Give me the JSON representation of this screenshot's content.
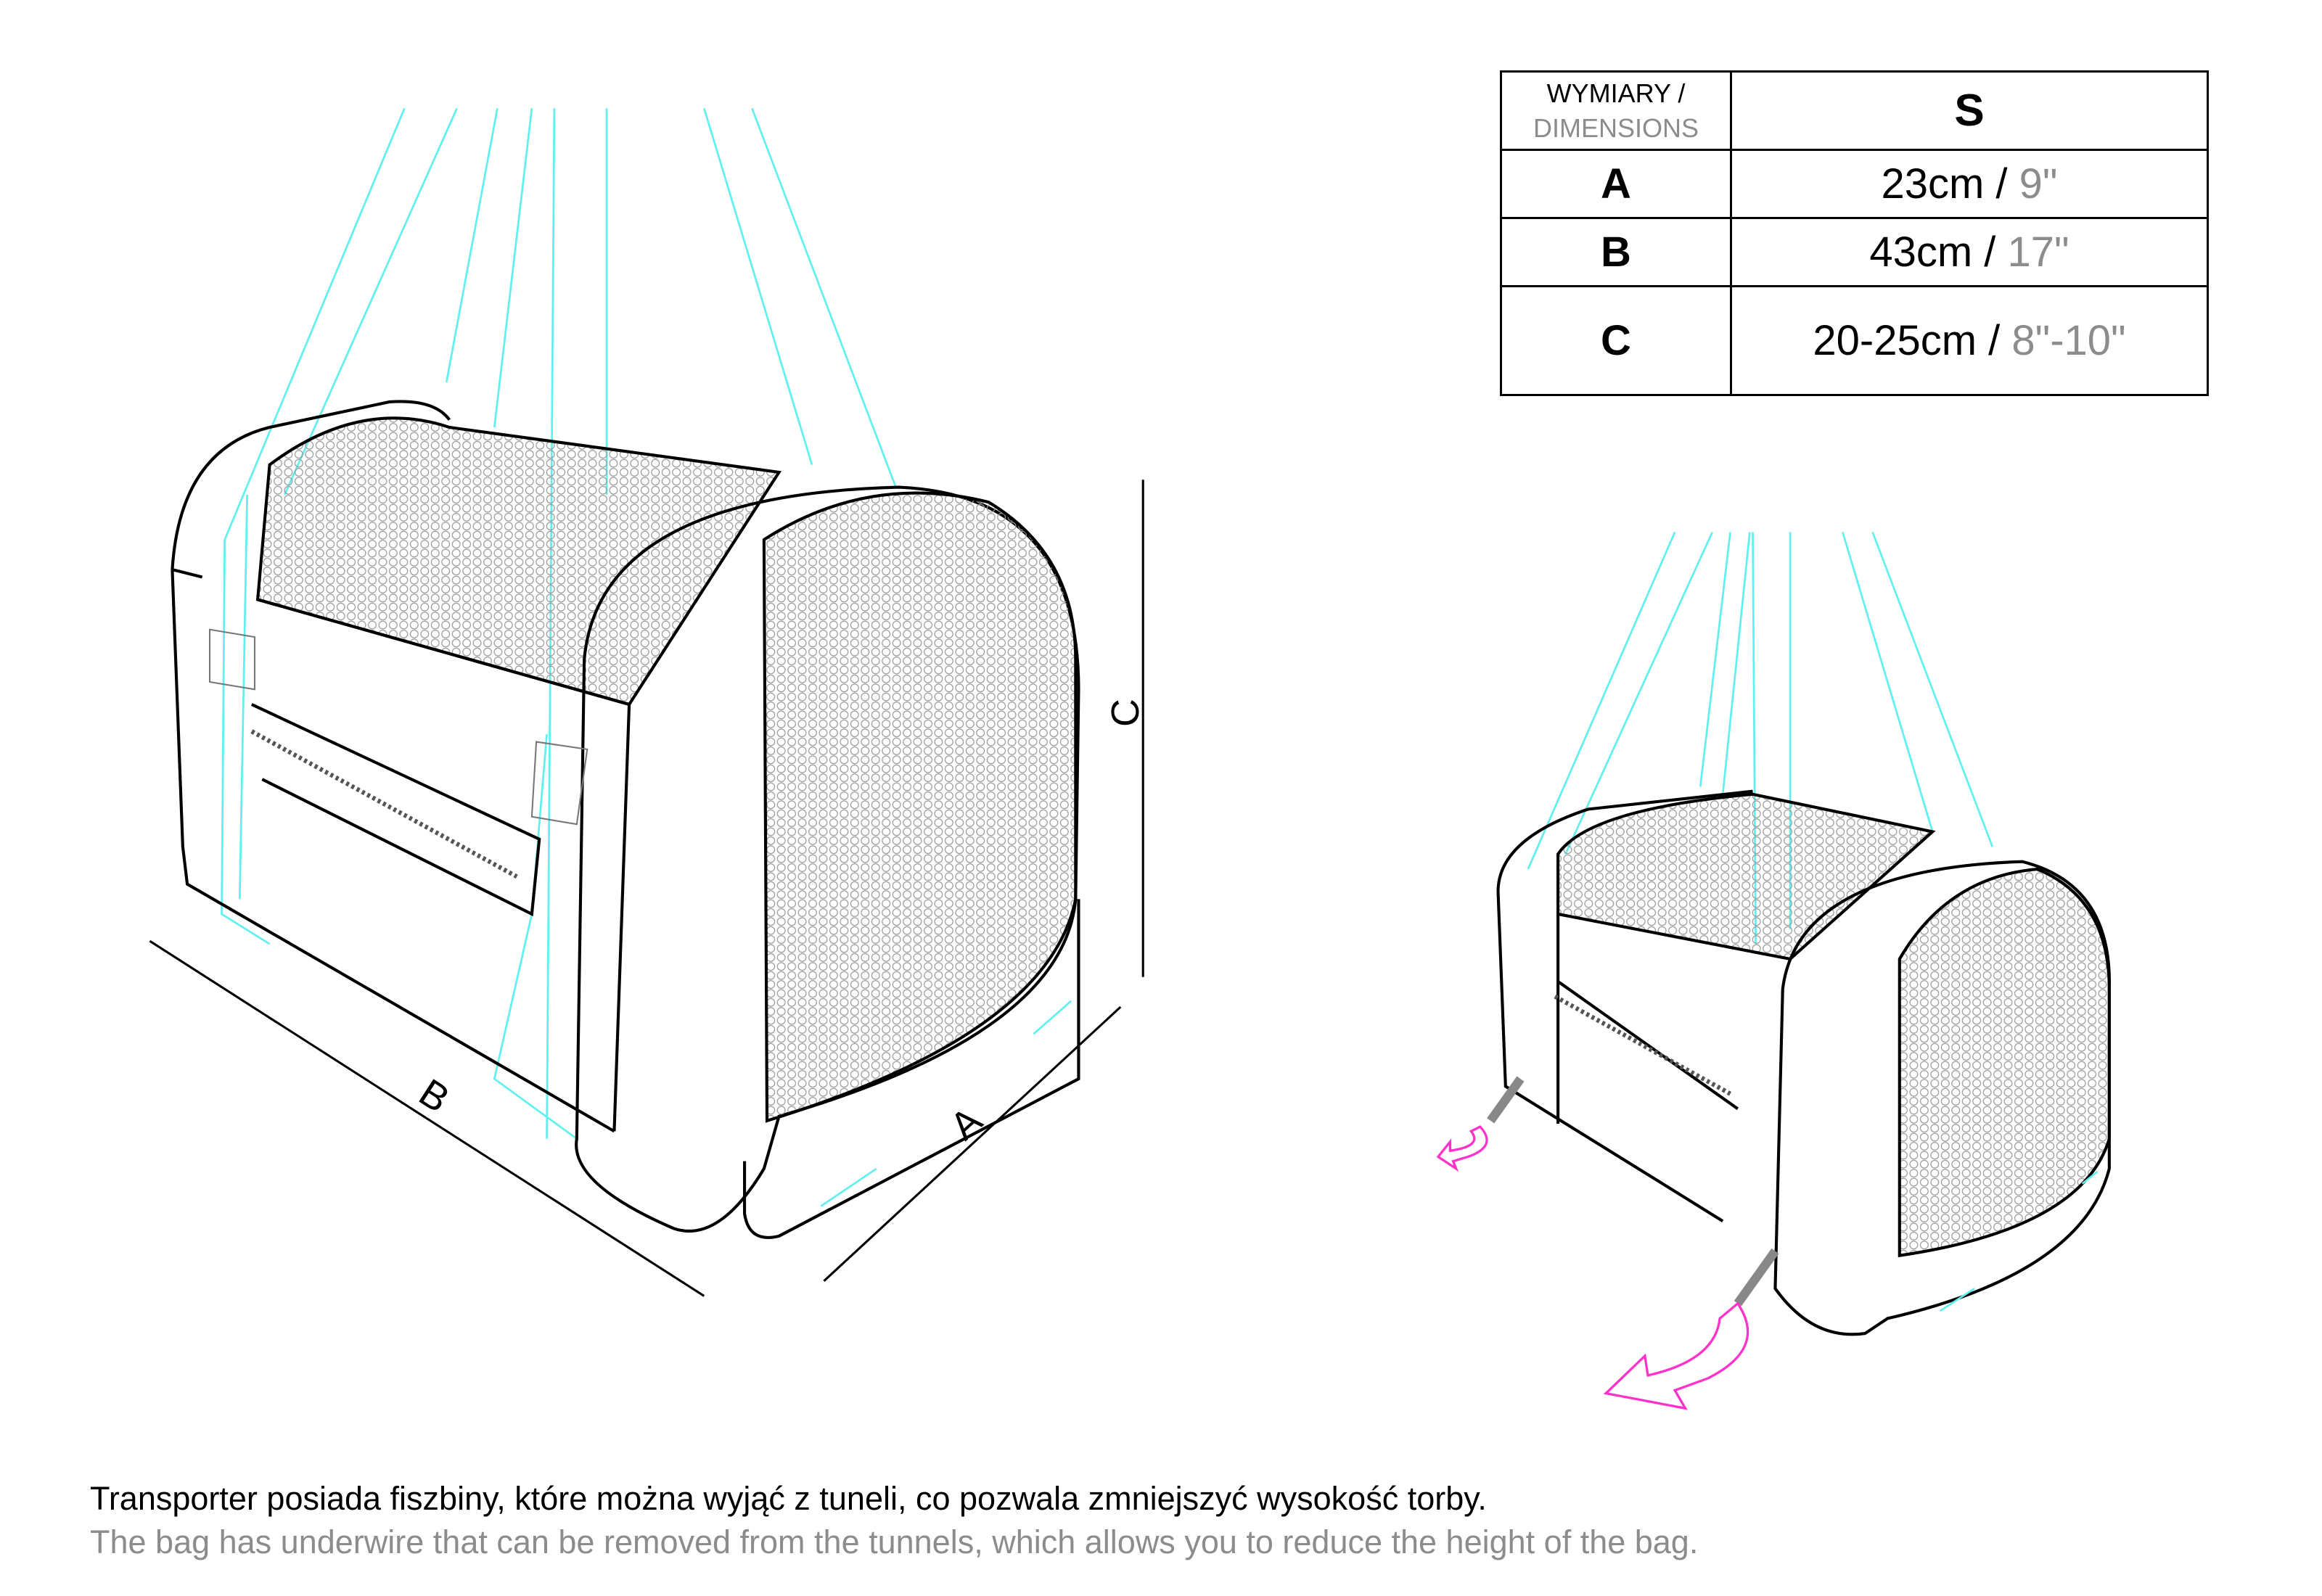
{
  "table": {
    "header_pl": "WYMIARY /",
    "header_en": "DIMENSIONS",
    "size": "S",
    "rows": [
      {
        "label": "A",
        "metric": "23cm /",
        "imperial": "9\""
      },
      {
        "label": "B",
        "metric": "43cm /",
        "imperial": "17\""
      },
      {
        "label": "C",
        "metric": "20-25cm /",
        "imperial": "8\"-10\""
      }
    ]
  },
  "diagram": {
    "dim_labels": {
      "a": "A",
      "b": "B",
      "c": "C"
    },
    "colors": {
      "strap": "#5ff0f0",
      "arrow": "#ff33cc",
      "outline": "#000000",
      "mesh": "#9a9a9a"
    }
  },
  "caption": {
    "pl": "Transporter posiada fiszbiny, które można wyjąć z tuneli, co pozwala zmniejszyć wysokość torby.",
    "en": "The bag has underwire that can be removed from the tunnels, which allows you to reduce the height of the bag."
  }
}
